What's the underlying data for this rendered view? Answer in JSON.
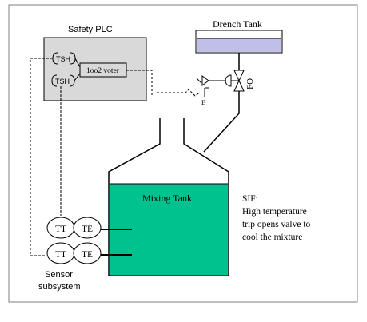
{
  "plc": {
    "title": "Safety PLC",
    "tsh_top": "TSH",
    "tsh_bottom": "TSH",
    "voter": "1oo2 voter"
  },
  "drench_tank": {
    "label": "Drench Tank",
    "fill_color": "#bfbfea"
  },
  "valve": {
    "fail_label": "FO",
    "actuator_label": "E"
  },
  "mixing_tank": {
    "label": "Mixing Tank",
    "liquid_color": "#00c28f"
  },
  "sif": {
    "title": "SIF:",
    "line1": "High temperature",
    "line2": "trip opens valve to",
    "line3": "cool the mixture"
  },
  "sensors": {
    "top": {
      "transmitter": "TT",
      "element": "TE"
    },
    "bottom": {
      "transmitter": "TT",
      "element": "TE"
    },
    "caption_line1": "Sensor",
    "caption_line2": "subsystem"
  },
  "colors": {
    "plc_fill": "#d9d9d9",
    "line": "#000000"
  }
}
